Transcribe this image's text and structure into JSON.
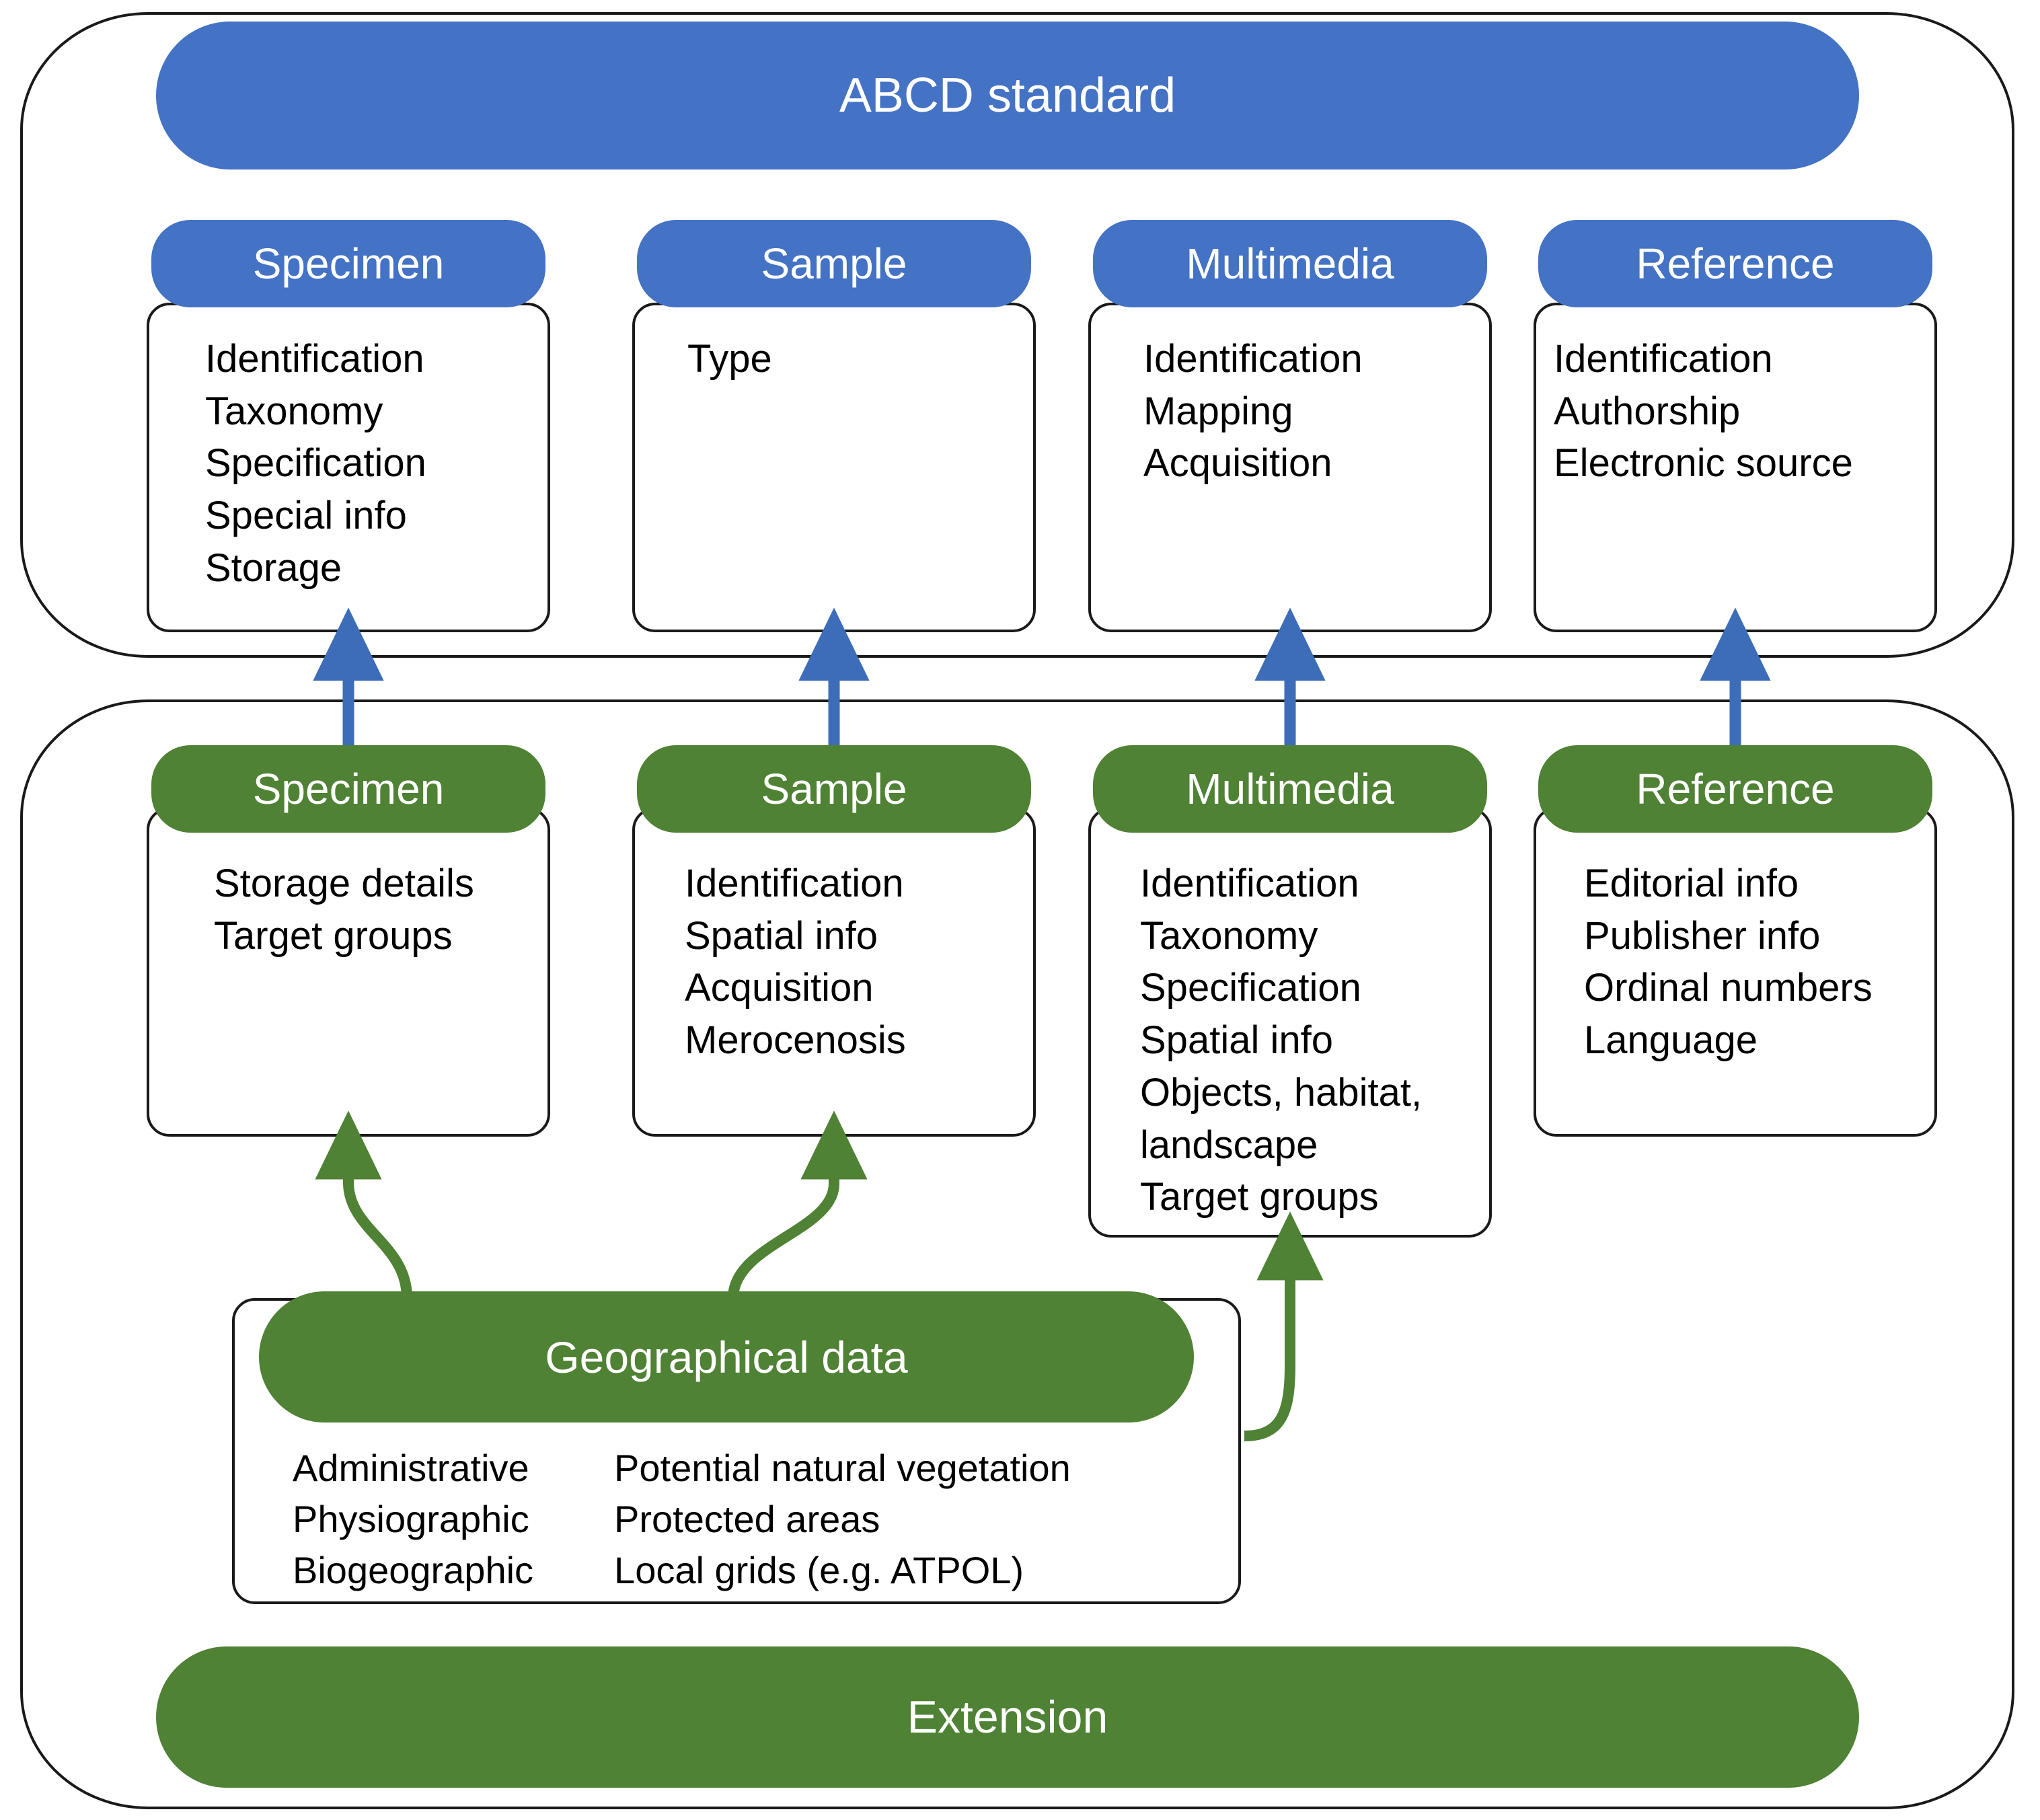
{
  "diagram": {
    "title": "ABCD standard",
    "extension_title": "Extension",
    "geographical_title": "Geographical data"
  },
  "colors": {
    "blue": "#4472C4",
    "green": "#4F8234",
    "outline": "#1a1a1a",
    "white": "#ffffff"
  },
  "abcd_standard": {
    "label": "ABCD standard",
    "cards": [
      {
        "header": "Specimen",
        "items": [
          "Identification",
          "Taxonomy",
          "Specification",
          "Special info",
          "Storage"
        ]
      },
      {
        "header": "Sample",
        "items": [
          "Type"
        ]
      },
      {
        "header": "Multimedia",
        "items": [
          "Identification",
          "Mapping",
          "Acquisition"
        ]
      },
      {
        "header": "Reference",
        "items": [
          "Identification",
          "Authorship",
          "Electronic source"
        ]
      }
    ]
  },
  "extension": {
    "label": "Extension",
    "cards": [
      {
        "header": "Specimen",
        "items": [
          "Storage details",
          "Target groups"
        ]
      },
      {
        "header": "Sample",
        "items": [
          "Identification",
          "Spatial info",
          "Acquisition",
          "Merocenosis"
        ]
      },
      {
        "header": "Multimedia",
        "items": [
          "Identification",
          "Taxonomy",
          "Specification",
          "Spatial info",
          "Objects, habitat,",
          "landscape",
          "Target groups"
        ]
      },
      {
        "header": "Reference",
        "items": [
          "Editorial info",
          "Publisher info",
          "Ordinal numbers",
          "Language"
        ]
      }
    ],
    "geographical_data": {
      "header": "Geographical data",
      "column_left": [
        "Administrative",
        "Physiographic",
        "Biogeographic"
      ],
      "column_right": [
        "Potential natural vegetation",
        "Protected areas",
        "Local grids (e.g. ATPOL)"
      ]
    }
  },
  "arrows": {
    "blue_up": [
      "extension-specimen-to-abcd-specimen",
      "extension-sample-to-abcd-sample",
      "extension-multimedia-to-abcd-multimedia",
      "extension-reference-to-abcd-reference"
    ],
    "green_up": [
      "geographical-to-extension-specimen",
      "geographical-to-extension-sample",
      "geographical-to-extension-multimedia"
    ]
  }
}
